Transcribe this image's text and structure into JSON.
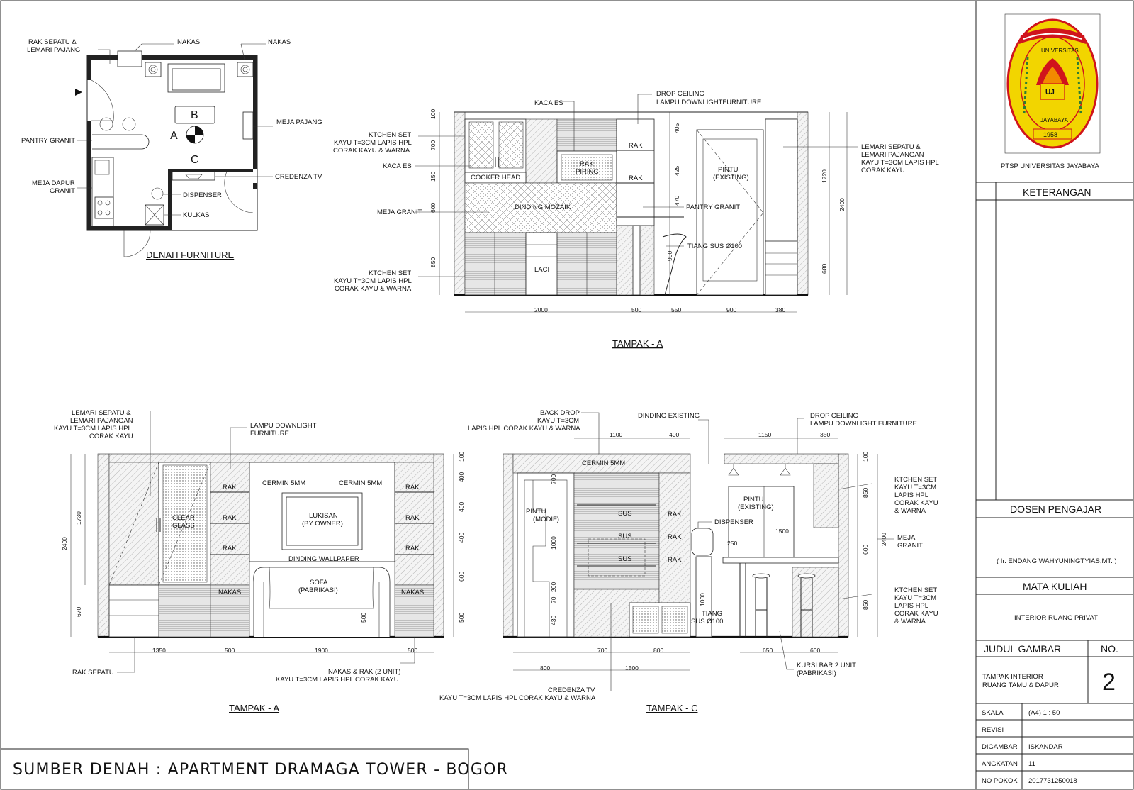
{
  "plan": {
    "title": "DENAH FURNITURE",
    "labels": {
      "rak_sepatu_1": "RAK SEPATU &",
      "rak_sepatu_2": "LEMARI PAJANG",
      "nakas_1": "NAKAS",
      "nakas_2": "NAKAS",
      "meja_pajang": "MEJA PAJANG",
      "pantry_granit": "PANTRY GRANIT",
      "meja_dapur_1": "MEJA DAPUR",
      "meja_dapur_2": "GRANIT",
      "credenza_tv": "CREDENZA TV",
      "dispenser": "DISPENSER",
      "kulkas": "KULKAS",
      "mark_a": "A",
      "mark_b": "B",
      "mark_c": "C"
    }
  },
  "elev_top": {
    "title": "TAMPAK - A",
    "labels": {
      "kaca_es_top": "KACA ES",
      "drop_ceiling_1": "DROP CEILING",
      "drop_ceiling_2": "LAMPU DOWNLIGHTFURNITURE",
      "kitchen_set_1": "KTCHEN SET",
      "kitchen_set_2": "KAYU T=3CM LAPIS HPL",
      "kitchen_set_3": "CORAK KAYU  & WARNA",
      "kaca_es_left": "KACA ES",
      "meja_granit": "MEJA GRANIT",
      "kitchen_low_1": "KTCHEN SET",
      "kitchen_low_2": "KAYU T=3CM LAPIS HPL",
      "kitchen_low_3": "CORAK KAYU & WARNA",
      "cooker_head": "COOKER HEAD",
      "rak_piring_1": "RAK",
      "rak_piring_2": "PIRING",
      "rak_1": "RAK",
      "rak_2": "RAK",
      "dinding_mozaik": "DINDING MOZAIK",
      "laci": "LACI",
      "pintu_1": "PINTU",
      "pintu_2": "(EXISTING)",
      "pantry_granit": "PANTRY GRANIT",
      "tiang_sus": "TIANG SUS Ø100",
      "lemari_1": "LEMARI SEPATU &",
      "lemari_2": "LEMARI PAJANGAN",
      "lemari_3": "KAYU T=3CM LAPIS HPL",
      "lemari_4": "CORAK KAYU"
    },
    "dims_left": [
      "100",
      "700",
      "150",
      "600",
      "850"
    ],
    "dims_mid": [
      "405",
      "425",
      "470",
      "900"
    ],
    "dims_right": [
      "1720",
      "2400",
      "680"
    ],
    "dims_bottom": [
      "2000",
      "500",
      "550",
      "900",
      "380"
    ]
  },
  "elev_a": {
    "title": "TAMPAK - A",
    "labels": {
      "lemari_1": "LEMARI SEPATU &",
      "lemari_2": "LEMARI PAJANGAN",
      "lemari_3": "KAYU T=3CM LAPIS HPL",
      "lemari_4": "CORAK KAYU",
      "lampu_1": "LAMPU DOWNLIGHT",
      "lampu_2": "FURNITURE",
      "rak_a": "RAK",
      "rak_b": "RAK",
      "rak_c": "RAK",
      "rak_d": "RAK",
      "rak_e": "RAK",
      "rak_f": "RAK",
      "cermin_1": "CERMIN 5MM",
      "cermin_2": "CERMIN 5MM",
      "clear_1": "CLEAR",
      "clear_2": "GLASS",
      "lukisan_1": "LUKISAN",
      "lukisan_2": "(BY OWNER)",
      "wallpaper": "DINDING WALLPAPER",
      "sofa_1": "SOFA",
      "sofa_2": "(PABRIKASI)",
      "nakas_1": "NAKAS",
      "nakas_2": "NAKAS",
      "rak_sepatu": "RAK SEPATU",
      "nakas_rak_1": "NAKAS & RAK (2 UNIT)",
      "nakas_rak_2": "KAYU T=3CM LAPIS HPL CORAK KAYU",
      "sofa_dim": "500"
    },
    "dims_left": [
      "1730",
      "2400",
      "670"
    ],
    "dims_right": [
      "100",
      "400",
      "400",
      "400",
      "600",
      "500"
    ],
    "dims_bottom": [
      "1350",
      "500",
      "1900",
      "500"
    ]
  },
  "elev_c": {
    "title": "TAMPAK - C",
    "labels": {
      "backdrop_1": "BACK DROP",
      "backdrop_2": "KAYU T=3CM",
      "backdrop_3": "LAPIS HPL CORAK KAYU & WARNA",
      "dinding_existing": "DINDING EXISTING",
      "drop_1": "DROP CEILING",
      "drop_2": "LAMPU DOWNLIGHT FURNITURE",
      "cermin": "CERMIN 5MM",
      "pintu_modif_1": "PINTU",
      "pintu_modif_2": "(MODIF)",
      "sus_1": "SUS",
      "sus_2": "SUS",
      "sus_3": "SUS",
      "rak_1": "RAK",
      "rak_2": "RAK",
      "rak_3": "RAK",
      "pintu_1": "PINTU",
      "pintu_2": "(EXISTING)",
      "dispenser": "DISPENSER",
      "tiang_1": "TIANG",
      "tiang_2": "SUS Ø100",
      "ks_top_1": "KTCHEN SET",
      "ks_top_2": "KAYU T=3CM",
      "ks_top_3": "LAPIS HPL",
      "ks_top_4": "CORAK KAYU",
      "ks_top_5": "& WARNA",
      "meja_1": "MEJA",
      "meja_2": "GRANIT",
      "ks_low_1": "KTCHEN SET",
      "ks_low_2": "KAYU T=3CM",
      "ks_low_3": "LAPIS HPL",
      "ks_low_4": "CORAK KAYU",
      "ks_low_5": "& WARNA",
      "kursi_1": "KURSI BAR 2 UNIT",
      "kursi_2": "(PABRIKASI)",
      "credenza_1": "CREDENZA TV",
      "credenza_2": "KAYU T=3CM LAPIS HPL CORAK KAYU & WARNA"
    },
    "dims_top": [
      "1100",
      "400",
      "1150",
      "350"
    ],
    "dims_inner": [
      "700",
      "1000",
      "200",
      "70",
      "430",
      "250",
      "1500",
      "1000"
    ],
    "dims_right": [
      "100",
      "850",
      "600",
      "2400",
      "850"
    ],
    "dims_bottom": [
      "700",
      "800",
      "800",
      "1500",
      "650",
      "600"
    ]
  },
  "source_note": "SUMBER DENAH : APARTMENT DRAMAGA TOWER - BOGOR",
  "title_block": {
    "logo_text_1": "UNIVERSITAS",
    "logo_text_2": "JAYABAYA",
    "logo_text_3": "UJ",
    "logo_year": "1958",
    "institution": "PTSP UNIVERSITAS JAYABAYA",
    "keterangan": "KETERANGAN",
    "dosen_header": "DOSEN PENGAJAR",
    "dosen_name": "( Ir. ENDANG WAHYUNINGTYIAS,MT. )",
    "mata_kuliah_header": "MATA KULIAH",
    "mata_kuliah": "INTERIOR RUANG PRIVAT",
    "judul_header": "JUDUL GAMBAR",
    "no_header": "NO.",
    "judul_1": "TAMPAK INTERIOR",
    "judul_2": "RUANG TAMU & DAPUR",
    "no_value": "2",
    "rows": [
      {
        "label": "SKALA",
        "value": "(A4) 1 : 50"
      },
      {
        "label": "REVISI",
        "value": ""
      },
      {
        "label": "DIGAMBAR",
        "value": "ISKANDAR"
      },
      {
        "label": "ANGKATAN",
        "value": "11"
      },
      {
        "label": "NO POKOK",
        "value": "2017731250018"
      }
    ],
    "logo_colors": {
      "yellow": "#f2d500",
      "red": "#d0141c",
      "white": "#ffffff"
    }
  }
}
